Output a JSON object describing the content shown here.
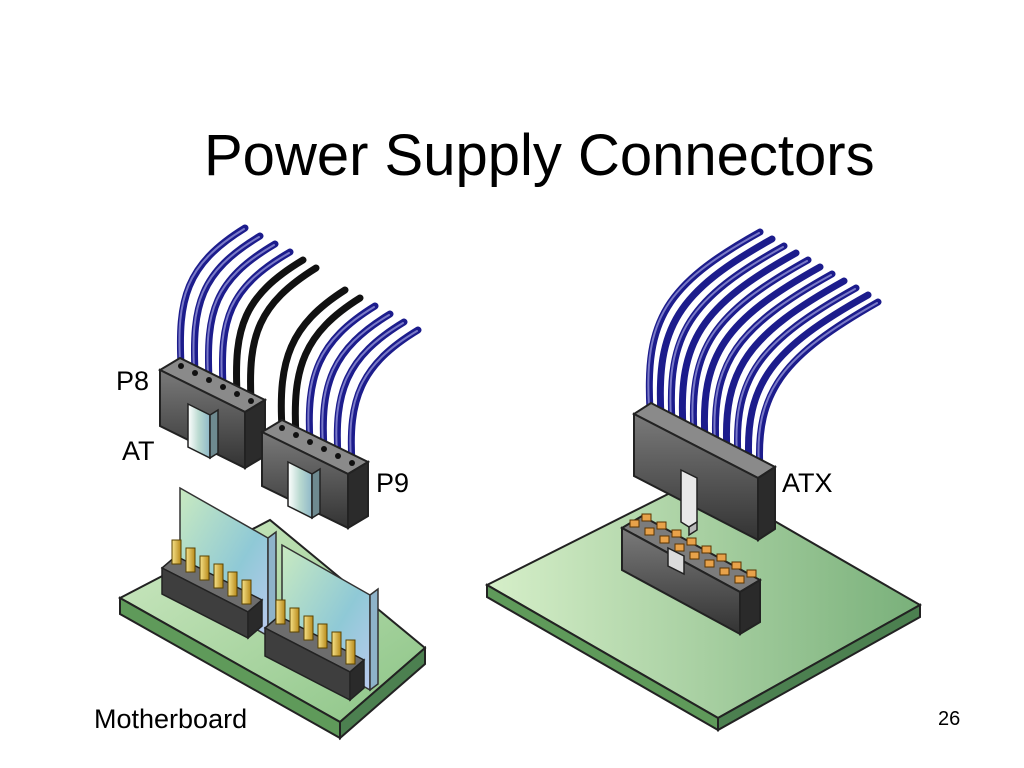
{
  "slide": {
    "title": "Power Supply Connectors",
    "page_number": "26"
  },
  "labels": {
    "p8": "P8",
    "at": "AT",
    "p9": "P9",
    "atx": "ATX",
    "motherboard": "Motherboard"
  },
  "colors": {
    "wire_blue": "#1c1c8c",
    "wire_black": "#111111",
    "board_green": "#a9d8a0",
    "connector_gray": "#4a4a4a"
  }
}
